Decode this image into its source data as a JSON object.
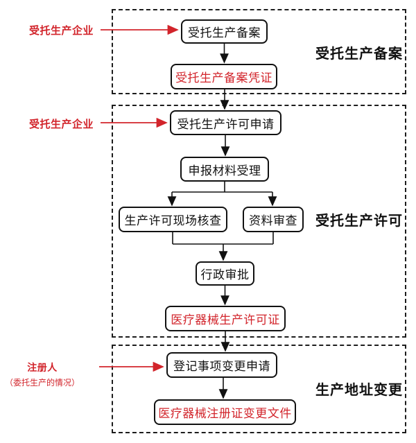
{
  "colors": {
    "accent_red": "#d2242b",
    "line_black": "#111111",
    "background": "#ffffff"
  },
  "sections": [
    {
      "label": "受托生产备案"
    },
    {
      "label": "受托生产许可"
    },
    {
      "label": "生产地址变更"
    }
  ],
  "side_labels": [
    {
      "text": "受托生产企业"
    },
    {
      "text": "受托生产企业"
    },
    {
      "text": "注册人",
      "subtext": "（委托生产的情况）"
    }
  ],
  "nodes": [
    {
      "id": "filing-application",
      "label": "受托生产备案",
      "text_color": "#111111"
    },
    {
      "id": "filing-certificate",
      "label": "受托生产备案凭证",
      "text_color": "#d2242b"
    },
    {
      "id": "license-application",
      "label": "受托生产许可申请",
      "text_color": "#111111"
    },
    {
      "id": "material-acceptance",
      "label": "申报材料受理",
      "text_color": "#111111"
    },
    {
      "id": "onsite-inspection",
      "label": "生产许可现场核查",
      "text_color": "#111111"
    },
    {
      "id": "document-review",
      "label": "资料审查",
      "text_color": "#111111"
    },
    {
      "id": "administrative-approval",
      "label": "行政审批",
      "text_color": "#111111"
    },
    {
      "id": "production-license",
      "label": "医疗器械生产许可证",
      "text_color": "#d2242b"
    },
    {
      "id": "change-application",
      "label": "登记事项变更申请",
      "text_color": "#111111"
    },
    {
      "id": "registration-change-document",
      "label": "医疗器械注册证变更文件",
      "text_color": "#d2242b"
    }
  ]
}
